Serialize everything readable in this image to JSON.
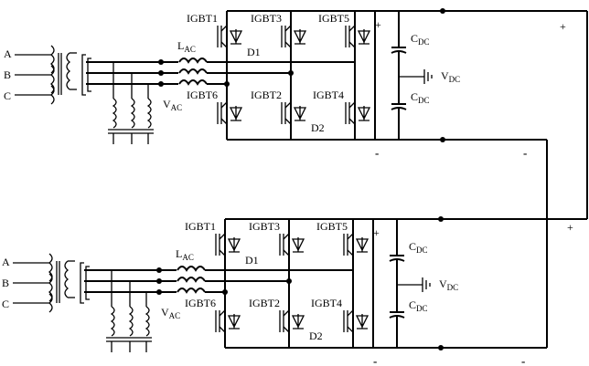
{
  "upper": {
    "phases": [
      "A",
      "B",
      "C"
    ],
    "lac": {
      "main": "L",
      "sub": "AC"
    },
    "vac": {
      "main": "V",
      "sub": "AC"
    },
    "switches": [
      "IGBT1",
      "IGBT3",
      "IGBT5",
      "IGBT6",
      "IGBT2",
      "IGBT4"
    ],
    "diodes": [
      "D1",
      "D2"
    ],
    "cdc_top": {
      "main": "C",
      "sub": "DC"
    },
    "cdc_bottom": {
      "main": "C",
      "sub": "DC"
    },
    "vdc": {
      "main": "V",
      "sub": "DC"
    },
    "plus_small": "+",
    "plus_right": "+",
    "minus_a": "-",
    "minus_b": "-"
  },
  "lower": {
    "phases": [
      "A",
      "B",
      "C"
    ],
    "lac": {
      "main": "L",
      "sub": "AC"
    },
    "vac": {
      "main": "V",
      "sub": "AC"
    },
    "switches": [
      "IGBT1",
      "IGBT3",
      "IGBT5",
      "IGBT6",
      "IGBT2",
      "IGBT4"
    ],
    "diodes": [
      "D1",
      "D2"
    ],
    "cdc_top": {
      "main": "C",
      "sub": "DC"
    },
    "cdc_bottom": {
      "main": "C",
      "sub": "DC"
    },
    "vdc": {
      "main": "V",
      "sub": "DC"
    },
    "plus_small": "+",
    "plus_right": "+",
    "minus_a": "-",
    "minus_b": "-"
  }
}
